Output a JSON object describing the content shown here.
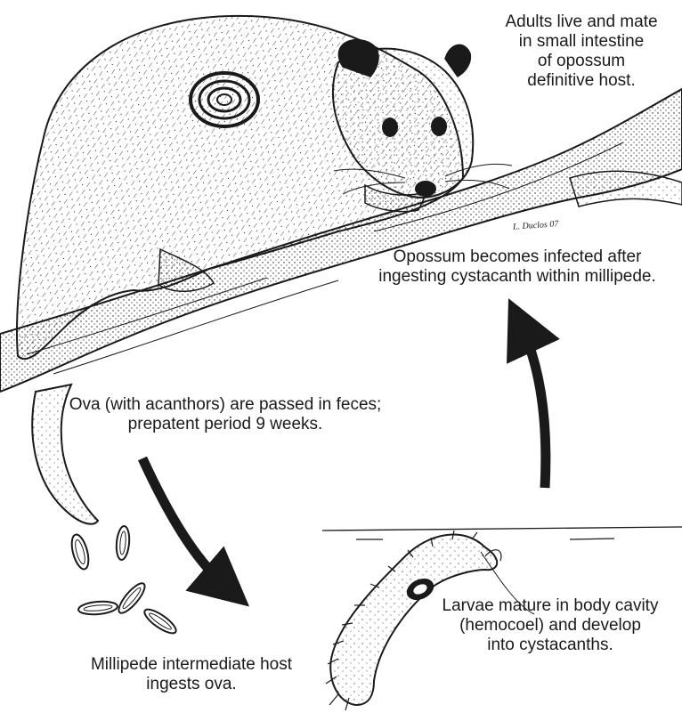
{
  "captions": {
    "adults": [
      "Adults live and mate",
      "in small intestine",
      "of opossum",
      "definitive host."
    ],
    "infected": [
      "Opossum becomes infected after",
      "ingesting cystacanth within millipede."
    ],
    "ova": [
      "Ova (with acanthors) are passed in feces;",
      "prepatent period 9 weeks."
    ],
    "larvae": [
      "Larvae mature in body cavity",
      "(hemocoel) and develop",
      "into cystacanths."
    ],
    "millipede": [
      "Millipede intermediate host",
      "ingests ova."
    ]
  },
  "signature": "L. Duclos 07",
  "colors": {
    "ink": "#1a1a1a",
    "paper": "#ffffff"
  },
  "icons": [
    "opossum-illustration",
    "tree-branch",
    "coiled-worm-icon",
    "ova-eggs",
    "millipede-illustration",
    "arrow-ova-to-millipede",
    "arrow-millipede-to-opossum"
  ]
}
